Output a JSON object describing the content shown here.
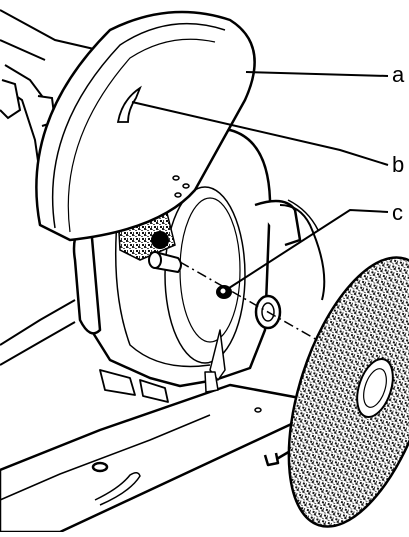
{
  "figure": {
    "callouts": [
      {
        "id": "a",
        "label": "a"
      },
      {
        "id": "b",
        "label": "b"
      },
      {
        "id": "c",
        "label": "c"
      }
    ],
    "colors": {
      "ink": "#000000",
      "paper": "#ffffff",
      "texture_gray": "#8a8a8a"
    }
  }
}
